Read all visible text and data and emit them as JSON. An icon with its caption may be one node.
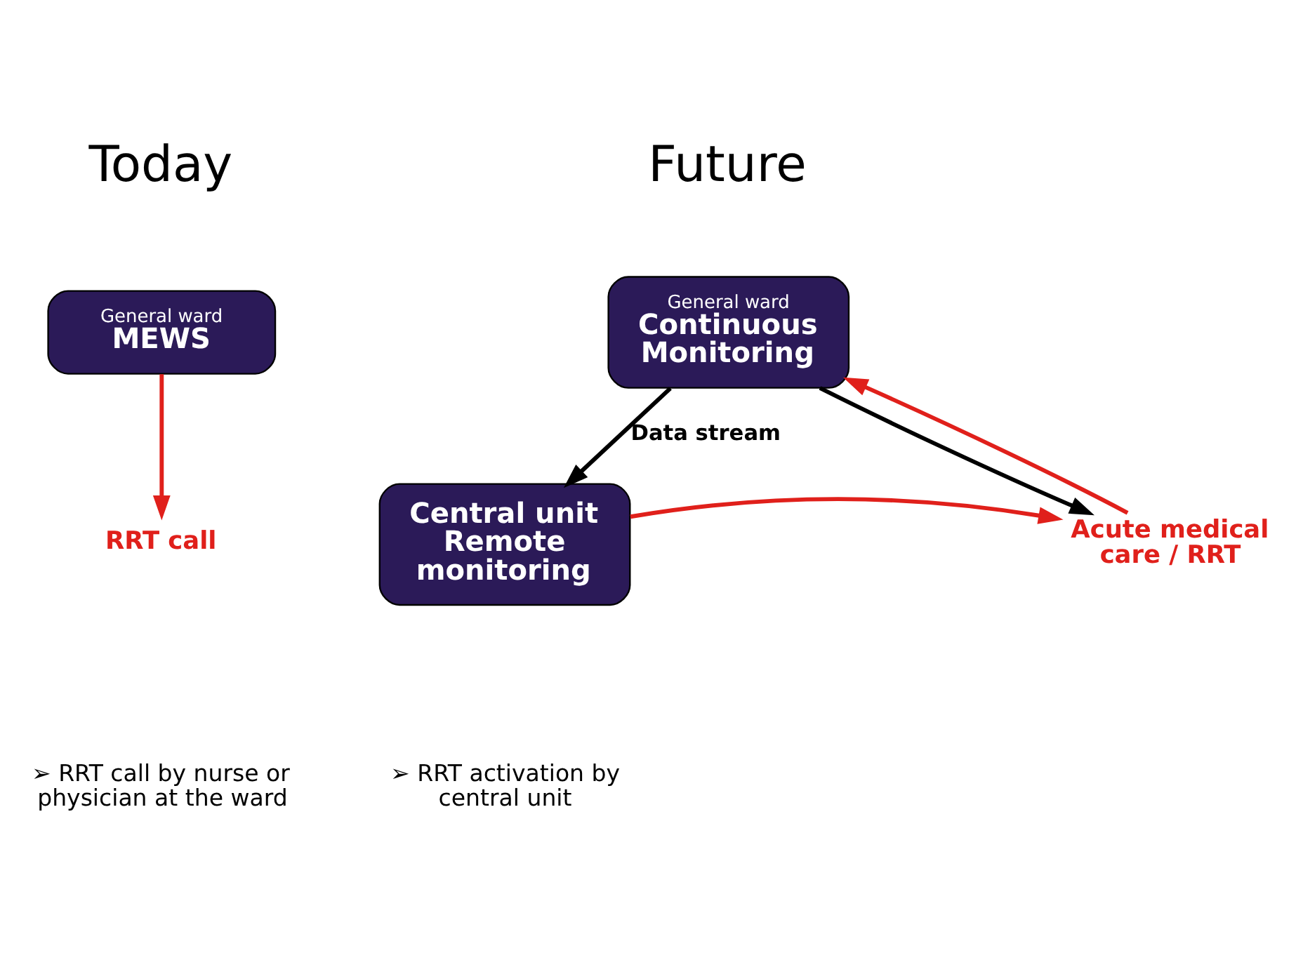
{
  "diagram": {
    "nodes": [
      {
        "text": [
          "General ward",
          "MEWS"
        ]
      },
      {
        "text": [
          "RRT call"
        ]
      },
      {
        "text": [
          "General ward",
          "Continuous Monitoring"
        ]
      },
      {
        "text": [
          "Central unit Remote monitoring"
        ]
      },
      {
        "text": [
          "Acute medical care / RRT"
        ]
      }
    ],
    "edges": [
      {
        "from": 0,
        "to": 1,
        "arrow": "to"
      },
      {
        "from": 2,
        "to": 3,
        "arrow": "to",
        "label": "Data stream",
        "color": "#000000"
      },
      {
        "from": 2,
        "to": 4,
        "arrow": "to",
        "color": "#000000"
      },
      {
        "from": 3,
        "to": 4,
        "arrow": "to"
      },
      {
        "from": 4,
        "to": 2,
        "arrow": "to"
      }
    ],
    "labels": [
      "Today",
      "Future",
      "➢ RRT call by nurse or physician at the ward",
      "➢ RRT activation by central unit"
    ]
  }
}
